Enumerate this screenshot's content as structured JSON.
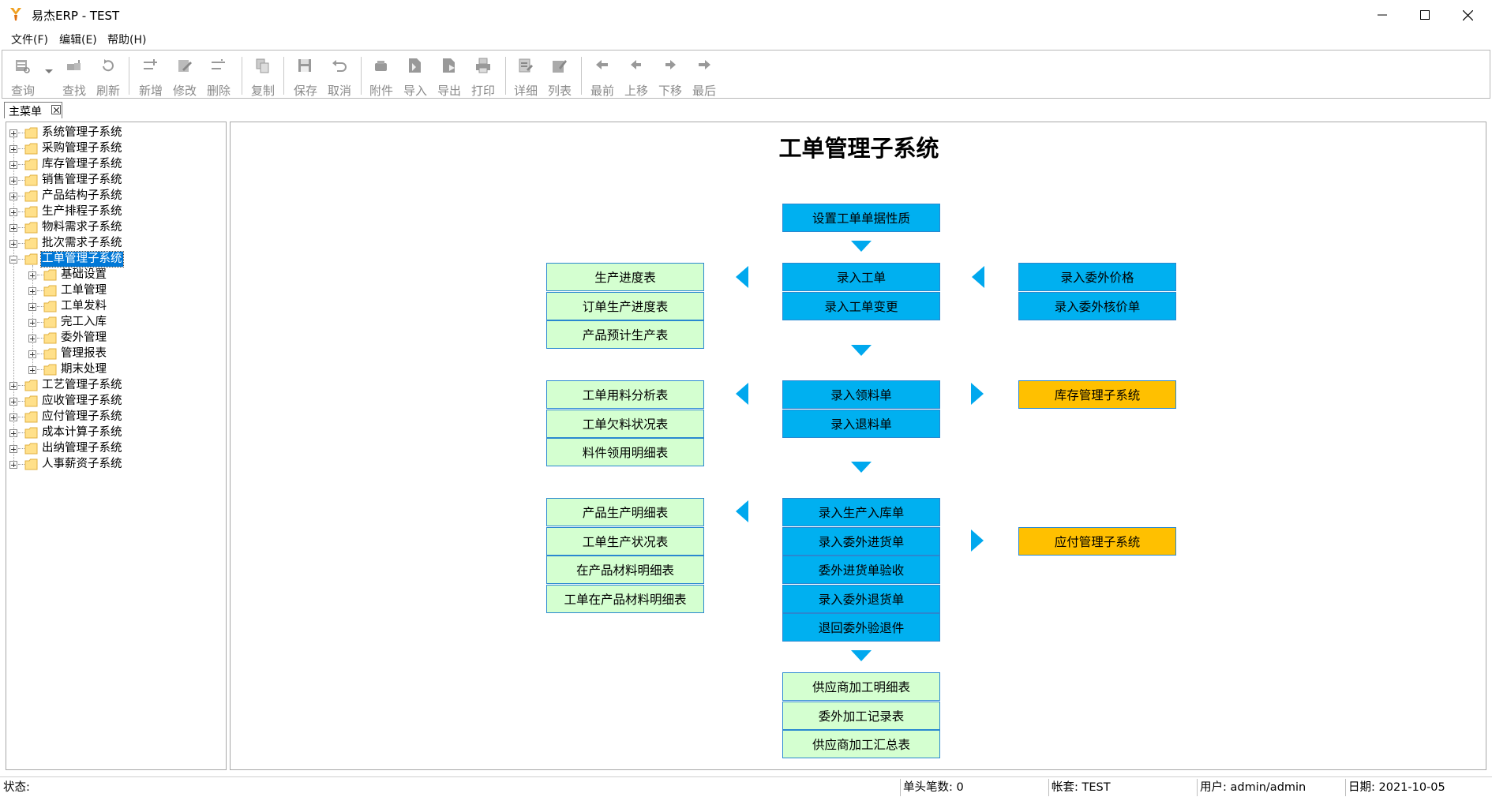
{
  "window": {
    "title": "易杰ERP - TEST",
    "minimize_label": "",
    "maximize_label": "",
    "close_label": ""
  },
  "menu": {
    "items": [
      {
        "label": "文件(F)"
      },
      {
        "label": "编辑(E)"
      },
      {
        "label": "帮助(H)"
      }
    ]
  },
  "toolbar": {
    "buttons": [
      {
        "label": "查询",
        "icon": "query-icon"
      },
      {
        "label": "查找",
        "icon": "find-icon"
      },
      {
        "label": "刷新",
        "icon": "refresh-icon"
      },
      {
        "label": "新增",
        "icon": "add-icon"
      },
      {
        "label": "修改",
        "icon": "edit-icon"
      },
      {
        "label": "删除",
        "icon": "delete-icon"
      },
      {
        "label": "复制",
        "icon": "copy-icon"
      },
      {
        "label": "保存",
        "icon": "save-icon"
      },
      {
        "label": "取消",
        "icon": "undo-icon"
      },
      {
        "label": "附件",
        "icon": "attachment-icon"
      },
      {
        "label": "导入",
        "icon": "import-icon"
      },
      {
        "label": "导出",
        "icon": "export-icon"
      },
      {
        "label": "打印",
        "icon": "print-icon"
      },
      {
        "label": "详细",
        "icon": "detail-icon"
      },
      {
        "label": "列表",
        "icon": "list-icon"
      },
      {
        "label": "最前",
        "icon": "first-icon"
      },
      {
        "label": "上移",
        "icon": "prev-icon"
      },
      {
        "label": "下移",
        "icon": "next-icon"
      },
      {
        "label": "最后",
        "icon": "last-icon"
      }
    ]
  },
  "tabs": {
    "main": "主菜单"
  },
  "tree": {
    "items": [
      {
        "label": "系统管理子系统",
        "level": 0,
        "expanded": false,
        "selected": false
      },
      {
        "label": "采购管理子系统",
        "level": 0,
        "expanded": false,
        "selected": false
      },
      {
        "label": "库存管理子系统",
        "level": 0,
        "expanded": false,
        "selected": false
      },
      {
        "label": "销售管理子系统",
        "level": 0,
        "expanded": false,
        "selected": false
      },
      {
        "label": "产品结构子系统",
        "level": 0,
        "expanded": false,
        "selected": false
      },
      {
        "label": "生产排程子系统",
        "level": 0,
        "expanded": false,
        "selected": false
      },
      {
        "label": "物料需求子系统",
        "level": 0,
        "expanded": false,
        "selected": false
      },
      {
        "label": "批次需求子系统",
        "level": 0,
        "expanded": false,
        "selected": false
      },
      {
        "label": "工单管理子系统",
        "level": 0,
        "expanded": true,
        "selected": true
      },
      {
        "label": "基础设置",
        "level": 1,
        "expanded": false,
        "selected": false
      },
      {
        "label": "工单管理",
        "level": 1,
        "expanded": false,
        "selected": false
      },
      {
        "label": "工单发料",
        "level": 1,
        "expanded": false,
        "selected": false
      },
      {
        "label": "完工入库",
        "level": 1,
        "expanded": false,
        "selected": false
      },
      {
        "label": "委外管理",
        "level": 1,
        "expanded": false,
        "selected": false
      },
      {
        "label": "管理报表",
        "level": 1,
        "expanded": false,
        "selected": false
      },
      {
        "label": "期末处理",
        "level": 1,
        "expanded": false,
        "selected": false
      },
      {
        "label": "工艺管理子系统",
        "level": 0,
        "expanded": false,
        "selected": false
      },
      {
        "label": "应收管理子系统",
        "level": 0,
        "expanded": false,
        "selected": false
      },
      {
        "label": "应付管理子系统",
        "level": 0,
        "expanded": false,
        "selected": false
      },
      {
        "label": "成本计算子系统",
        "level": 0,
        "expanded": false,
        "selected": false
      },
      {
        "label": "出纳管理子系统",
        "level": 0,
        "expanded": false,
        "selected": false
      },
      {
        "label": "人事薪资子系统",
        "level": 0,
        "expanded": false,
        "selected": false
      }
    ]
  },
  "flow": {
    "title": "工单管理子系统",
    "colors": {
      "blue": "#00b0f0",
      "green": "#d4ffd0",
      "orange": "#ffc000",
      "arrow": "#00a8ee"
    },
    "setup": "设置工单单据性质",
    "group1_center": [
      "录入工单",
      "录入工单变更"
    ],
    "group1_left": [
      "生产进度表",
      "订单生产进度表",
      "产品预计生产表"
    ],
    "group1_right": [
      "录入委外价格",
      "录入委外核价单"
    ],
    "group2_center": [
      "录入领料单",
      "录入退料单"
    ],
    "group2_left": [
      "工单用料分析表",
      "工单欠料状况表",
      "料件领用明细表"
    ],
    "group2_right": "库存管理子系统",
    "group3_center": [
      "录入生产入库单",
      "录入委外进货单",
      "委外进货单验收",
      "录入委外退货单",
      "退回委外验退件"
    ],
    "group3_left": [
      "产品生产明细表",
      "工单生产状况表",
      "在产品材料明细表",
      "工单在产品材料明细表"
    ],
    "group3_right": "应付管理子系统",
    "group4_center": [
      "供应商加工明细表",
      "委外加工记录表",
      "供应商加工汇总表"
    ]
  },
  "status": {
    "state_label": "状态:",
    "records": "单头笔数: 0",
    "account": "帐套: TEST",
    "user": "用户: admin/admin",
    "date": "日期: 2021-10-05"
  }
}
